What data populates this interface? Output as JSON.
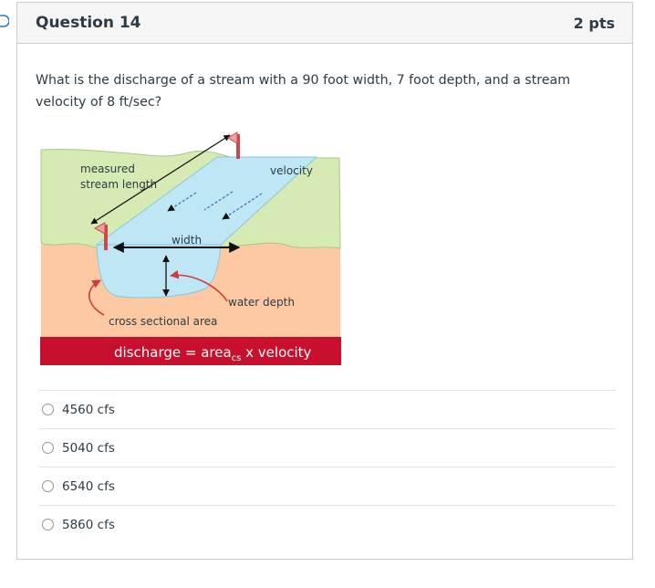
{
  "question": {
    "title": "Question 14",
    "points": "2 pts",
    "text": "What is the discharge of a stream with a 90 foot width, 7 foot depth, and a stream velocity of 8 ft/sec?"
  },
  "diagram": {
    "measured_line1": "measured",
    "measured_line2": "stream length",
    "velocity": "velocity",
    "width": "width",
    "water_depth": "water depth",
    "cross_sectional_area": "cross sectional area",
    "formula_prefix": "discharge = area",
    "formula_sub": "cs",
    "formula_suffix": " x velocity"
  },
  "answers": [
    {
      "label": "4560 cfs",
      "selected": false
    },
    {
      "label": "5040 cfs",
      "selected": false
    },
    {
      "label": "6540 cfs",
      "selected": false
    },
    {
      "label": "5860 cfs",
      "selected": false
    }
  ]
}
